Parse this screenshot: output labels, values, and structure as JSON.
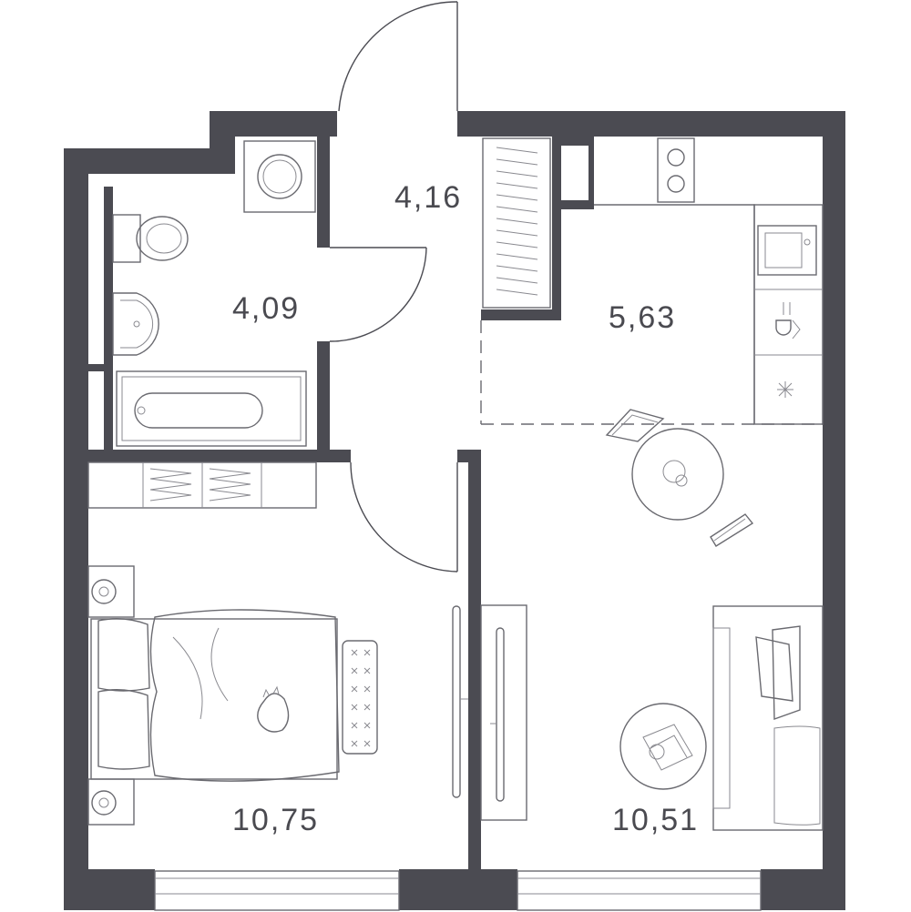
{
  "plan": {
    "rooms": [
      {
        "id": "hall",
        "area": "4,16"
      },
      {
        "id": "bathroom",
        "area": "4,09"
      },
      {
        "id": "kitchen",
        "area": "5,63"
      },
      {
        "id": "bedroom",
        "area": "10,75"
      },
      {
        "id": "living",
        "area": "10,51"
      }
    ],
    "colors": {
      "wall": "#4b4b52",
      "line": "#6a6a70",
      "background": "#ffffff"
    },
    "icons": [
      "washing-machine-icon",
      "toilet-icon",
      "sink-icon",
      "bathtub-icon",
      "wardrobe-icon",
      "stove-icon",
      "kitchen-sink-icon",
      "dishwasher-icon",
      "fridge-icon",
      "dining-table-icon",
      "bed-icon",
      "nightstand-icon",
      "cat-icon",
      "sofa-icon",
      "coffee-table-icon",
      "tv-icon",
      "door-icon",
      "window-icon"
    ]
  }
}
